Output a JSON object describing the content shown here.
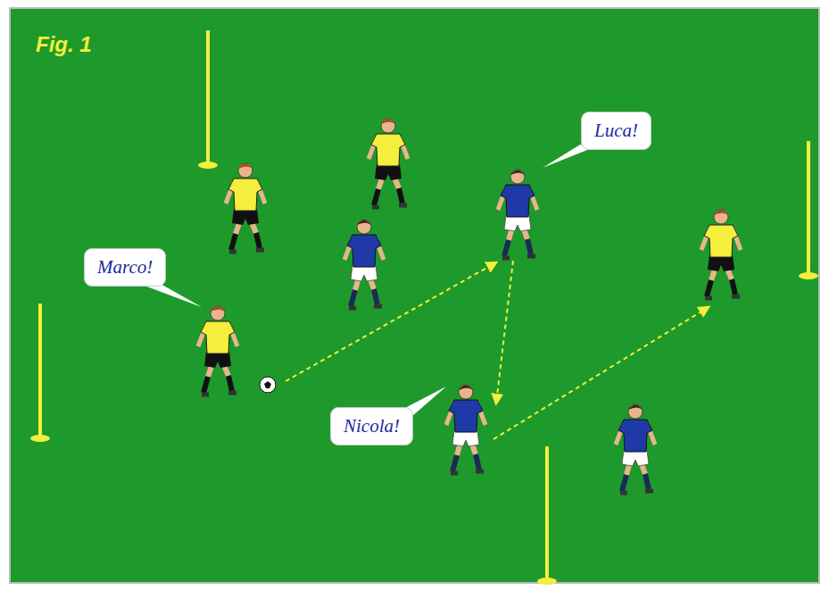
{
  "diagram": {
    "nodes": [
      {
        "text": [
          "Luca!"
        ]
      },
      {
        "text": [
          "Marco!"
        ]
      },
      {
        "text": [
          "Nicola!"
        ]
      }
    ],
    "labels": [
      "Fig. 1"
    ]
  }
}
